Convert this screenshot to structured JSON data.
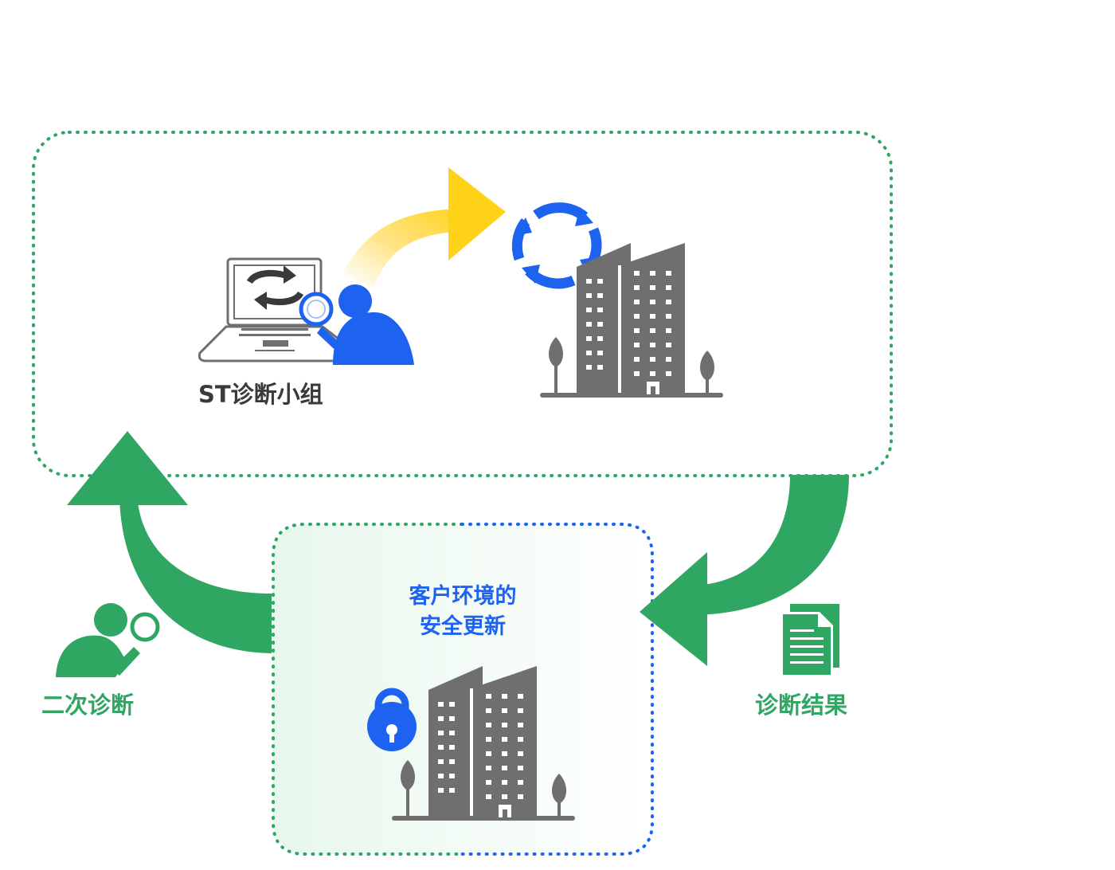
{
  "diagram": {
    "team_label": "ST诊断小组",
    "update_label_line1": "客户环境的",
    "update_label_line2": "安全更新",
    "second_diagnosis_label": "二次诊断",
    "diagnosis_result_label": "诊断结果",
    "colors": {
      "green": "#2fa763",
      "blue": "#1e63f0",
      "yellow": "#ffd21a",
      "gray": "#6f6f6f",
      "dark_text": "#3a3a3a"
    },
    "icons": [
      "laptop-icon",
      "sync-icon",
      "analyst-icon",
      "building-icon",
      "refresh-icon",
      "lock-icon",
      "document-icon",
      "tree-icon"
    ]
  }
}
